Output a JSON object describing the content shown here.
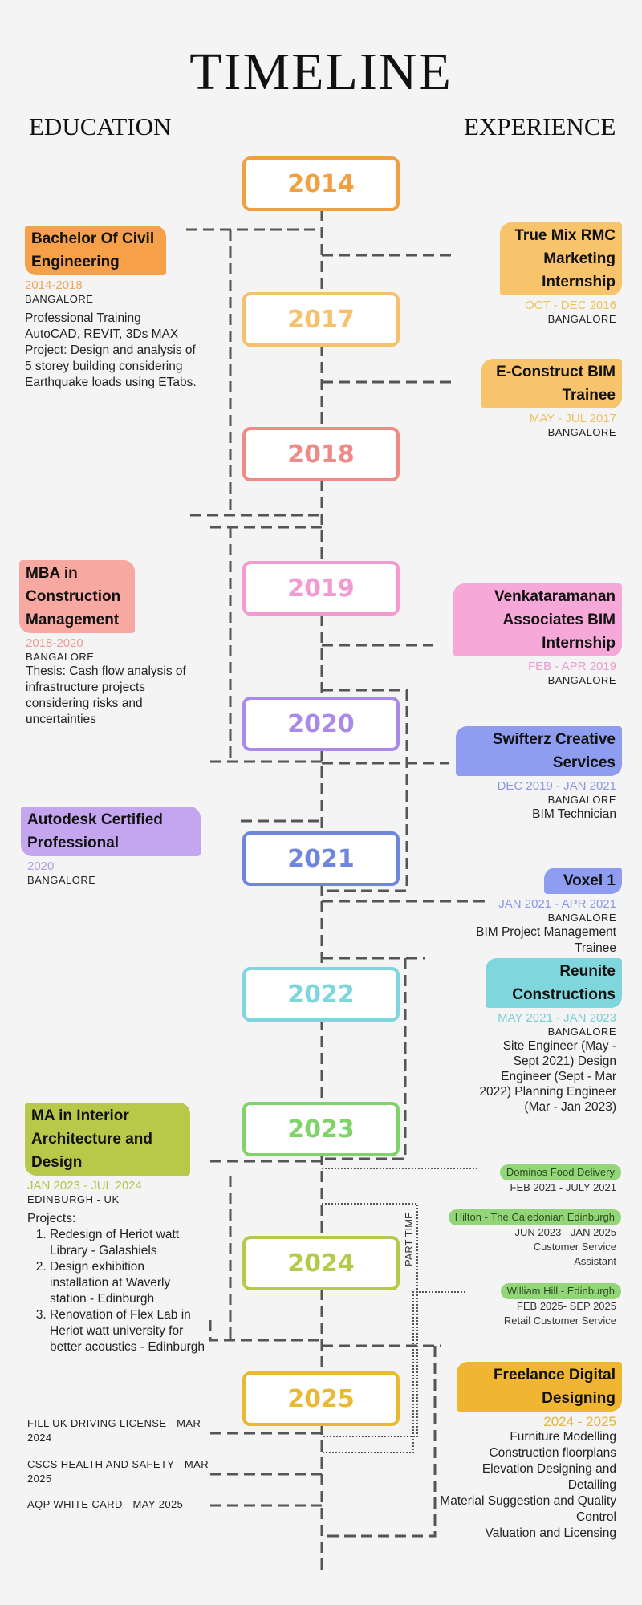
{
  "title": "TIMELINE",
  "headers": {
    "education": "EDUCATION",
    "experience": "EXPERIENCE"
  },
  "years": [
    {
      "label": "2014",
      "color": "#f0a040"
    },
    {
      "label": "2017",
      "color": "#f5c26b"
    },
    {
      "label": "2018",
      "color": "#ee8a88"
    },
    {
      "label": "2019",
      "color": "#f29bd0"
    },
    {
      "label": "2020",
      "color": "#a98ae8"
    },
    {
      "label": "2021",
      "color": "#6f85de"
    },
    {
      "label": "2022",
      "color": "#7fd6dc"
    },
    {
      "label": "2023",
      "color": "#7fd36a"
    },
    {
      "label": "2024",
      "color": "#b7c94a"
    },
    {
      "label": "2025",
      "color": "#e9b933"
    }
  ],
  "education": [
    {
      "title": "Bachelor Of Civil Engineering",
      "date": "2014-2018",
      "location": "BANGALORE",
      "desc": [
        "Professional Training AutoCAD, REVIT, 3Ds MAX",
        "Project:  Design and analysis of 5 storey building considering Earthquake loads using ETabs."
      ],
      "color": "#f7a04a"
    },
    {
      "title": "MBA in Construction Management",
      "date": "2018-2020",
      "location": "BANGALORE",
      "desc": [
        "Thesis: Cash flow analysis of infrastructure projects considering risks and uncertainties"
      ],
      "color": "#f7a8a0"
    },
    {
      "title": "Autodesk Certified Professional",
      "date": "2020",
      "location": "BANGALORE",
      "color": "#c3a6ef"
    },
    {
      "title": "MA in Interior Architecture and Design",
      "date": "JAN 2023 - JUL 2024",
      "location": "EDINBURGH - UK",
      "projects_label": "Projects:",
      "projects": [
        "Redesign of Heriot watt Library - Galashiels",
        "Design exhibition installation at Waverly station - Edinburgh",
        "Renovation of Flex Lab in Heriot watt university for better acoustics - Edinburgh"
      ],
      "color": "#b8c94a"
    }
  ],
  "certificates": [
    "FILL UK DRIVING LICENSE - MAR 2024",
    "CSCS HEALTH AND SAFETY - MAR 2025",
    "AQP WHITE CARD - MAY 2025"
  ],
  "experience": [
    {
      "title": "True Mix RMC Marketing Internship",
      "date": "OCT - DEC 2016",
      "location": "BANGALORE",
      "color": "#f7c46b"
    },
    {
      "title": "E-Construct BIM Trainee",
      "date": "MAY - JUL 2017",
      "location": "BANGALORE",
      "color": "#f7c46b"
    },
    {
      "title": "Venkataramanan Associates BIM Internship",
      "date": "FEB - APR 2019",
      "location": "BANGALORE",
      "color": "#f6a8d8"
    },
    {
      "title": "Swifterz Creative Services",
      "date": "DEC 2019 - JAN 2021",
      "location": "BANGALORE",
      "role": "BIM Technician",
      "color": "#8e9df0"
    },
    {
      "title": "Voxel 1",
      "date": "JAN 2021 - APR 2021",
      "location": "BANGALORE",
      "role": "BIM Project Management Trainee",
      "color": "#8e9df0"
    },
    {
      "title": "Reunite Constructions",
      "date": "MAY 2021 - JAN 2023",
      "location": "BANGALORE",
      "role": "Site Engineer (May - Sept 2021) Design Engineer (Sept - Mar 2022) Planning Engineer (Mar - Jan 2023)",
      "color": "#7fd6dc"
    },
    {
      "title": "Freelance Digital Designing",
      "date": "2024 - 2025",
      "roles": [
        "Furniture Modelling",
        "Construction floorplans",
        "Elevation Designing and Detailing",
        "Material Suggestion and Quality Control",
        "Valuation and Licensing"
      ],
      "color": "#f0b632"
    }
  ],
  "part_time": {
    "label": "PART TIME",
    "jobs": [
      {
        "title": "Dominos Food Delivery",
        "date": "FEB 2021 - JULY 2021"
      },
      {
        "title": "Hilton - The Caledonian Edinburgh",
        "date": "JUN 2023 - JAN 2025",
        "role": "Customer Service Assistant"
      },
      {
        "title": "William Hill - Edinburgh",
        "date": "FEB 2025- SEP 2025",
        "role": "Retail Customer Service"
      }
    ]
  }
}
